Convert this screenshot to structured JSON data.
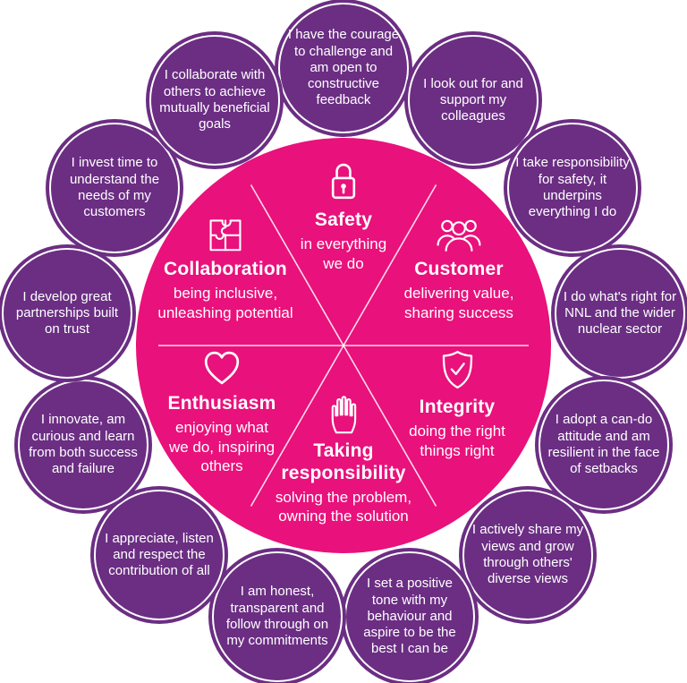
{
  "colors": {
    "background": "#ffffff",
    "center_pink": "#E9117B",
    "bubble_purple": "#6B2E83",
    "text": "#ffffff",
    "divider_line": "rgba(255,255,255,0.85)"
  },
  "center": {
    "segments": [
      {
        "name": "Safety",
        "icon": "padlock-icon",
        "tagline": "in everything we do",
        "tagline_lines": [
          "in everything",
          "we do"
        ]
      },
      {
        "name": "Customer",
        "icon": "people-icon",
        "tagline": "delivering value, sharing success",
        "tagline_lines": [
          "delivering value,",
          "sharing success"
        ]
      },
      {
        "name": "Integrity",
        "icon": "shield-check-icon",
        "tagline": "doing the right things right",
        "tagline_lines": [
          "doing the right",
          "things right"
        ]
      },
      {
        "name": "Taking responsibility",
        "name_lines": [
          "Taking",
          "responsibility"
        ],
        "icon": "raised-hand-icon",
        "tagline": "solving the problem, owning the solution",
        "tagline_lines": [
          "solving the problem,",
          "owning the solution"
        ]
      },
      {
        "name": "Enthusiasm",
        "icon": "heart-icon",
        "tagline": "enjoying what we do, inspiring others",
        "tagline_lines": [
          "enjoying what",
          "we do, inspiring",
          "others"
        ]
      },
      {
        "name": "Collaboration",
        "icon": "puzzle-icon",
        "tagline": "being inclusive, unleashing potential",
        "tagline_lines": [
          "being inclusive,",
          "unleashing potential"
        ]
      }
    ]
  },
  "bubbles": [
    "I have the courage to challenge and am open to constructive feedback",
    "I look out for and support my colleagues",
    "I take responsibility for safety, it underpins everything I do",
    "I do what's right for NNL and the wider nuclear sector",
    "I adopt a can-do attitude and am resilient in the face of setbacks",
    "I actively share my views and grow through others' diverse views",
    "I set a positive tone with my behaviour and aspire to be the best I can be",
    "I am honest, transparent and follow through on my commitments",
    "I appreciate, listen and respect the contribution of all",
    "I innovate, am curious and learn from both success and failure",
    "I develop great partnerships built on trust",
    "I invest time to understand the needs of my customers",
    "I collaborate with others to achieve mutually beneficial goals"
  ]
}
